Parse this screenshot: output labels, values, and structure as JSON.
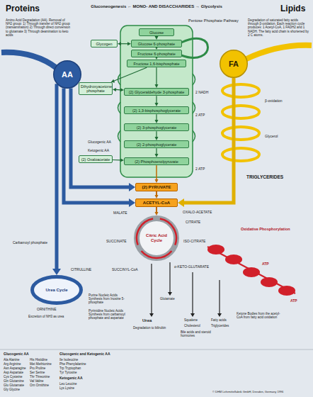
{
  "diagram": {
    "nodes": [
      {
        "text": [
          "Glucose"
        ]
      },
      {
        "text": [
          "Glucose 6-phosphate"
        ]
      },
      {
        "text": [
          "Fructose 6-phosphate"
        ]
      },
      {
        "text": [
          "Fructose 1,6-bisphosphate"
        ]
      },
      {
        "text": [
          "Glycogen"
        ]
      },
      {
        "text": [
          "Dihydroxyacetone phosphate"
        ]
      },
      {
        "text": [
          "(2) Glyceraldehyde 3-phosphate"
        ]
      },
      {
        "text": [
          "(2) 1,3-bisphosphoglycerate"
        ]
      },
      {
        "text": [
          "(2) 3-phosphoglycerate"
        ]
      },
      {
        "text": [
          "(2) 2-phosphoglycerate"
        ]
      },
      {
        "text": [
          "(2) Phosphoenolpyruvate"
        ]
      },
      {
        "text": [
          "(2) Oxaloacetate"
        ]
      },
      {
        "text": [
          "(2) PYRUVATE"
        ]
      },
      {
        "text": [
          "ACETYL-CoA"
        ]
      },
      {
        "text": [
          "Citric Acid Cycle"
        ]
      },
      {
        "text": [
          "AA"
        ]
      },
      {
        "text": [
          "FA"
        ]
      },
      {
        "text": [
          "Urea Cycle"
        ]
      }
    ],
    "edges": [
      {
        "from": 0,
        "to": 1,
        "arrow": "to"
      },
      {
        "from": 1,
        "to": 2,
        "arrow": "to"
      },
      {
        "from": 2,
        "to": 3,
        "arrow": "to"
      },
      {
        "from": 3,
        "to": 6,
        "arrow": "to"
      },
      {
        "from": 3,
        "to": 5,
        "arrow": "to"
      },
      {
        "from": 4,
        "to": 1,
        "arrow": "both"
      },
      {
        "from": 5,
        "to": 6,
        "arrow": "both"
      },
      {
        "from": 6,
        "to": 7,
        "arrow": "to"
      },
      {
        "from": 7,
        "to": 8,
        "arrow": "to"
      },
      {
        "from": 8,
        "to": 9,
        "arrow": "to"
      },
      {
        "from": 9,
        "to": 10,
        "arrow": "to"
      },
      {
        "from": 11,
        "to": 10,
        "arrow": "to"
      },
      {
        "from": 10,
        "to": 12,
        "arrow": "to"
      },
      {
        "from": 12,
        "to": 13,
        "arrow": "to"
      },
      {
        "from": 13,
        "to": 14,
        "arrow": "to"
      },
      {
        "from": 15,
        "to": 12,
        "arrow": "to"
      },
      {
        "from": 15,
        "to": 13,
        "arrow": "to"
      },
      {
        "from": 15,
        "to": 17,
        "arrow": "to"
      },
      {
        "from": 16,
        "to": 13,
        "arrow": "to"
      }
    ],
    "labels": [
      "Proteins",
      "Lipids",
      "Gluconeogenesis ← MONO- AND DISACCHARIDES → Glycolysis",
      "Pentose Phosphate Pathway",
      "Amino Acid Degradation (AA). Removal of NH2 group: 1) Through transfer of NH2 group (transamination) 2) Through direct conversion to glutamate 3) Through deamination to keto acids",
      "Degradation of saturated fatty acids through β-oxidation. Each reaction cycle produces: 1 Acetyl-CoA, 1 FADH2 and 1 NADH. The fatty acid chain is shortened by 2 C atoms.",
      "TRIGLYCERIDES",
      "Glycerol",
      "β-oxidation",
      "Glucogenic AA",
      "Ketogenic AA",
      "CITRULLINE",
      "ORNITHINE",
      "Carbamoyl phosphate",
      "Excretion of NH3 as urea",
      "Oxidative Phosphorylation",
      "ATP",
      "ATP",
      "2 NADH",
      "2 ATP",
      "2 ATP",
      "MALATE",
      "OXALO-ACETATE",
      "CITRATE",
      "ISO-CITRATE",
      "α-KETO-GLUTARATE",
      "SUCCINYL-CoA",
      "SUCCINATE",
      "Purine Nucleic Acids Synthesis from Inosine 5-phosphate",
      "Pyrimidine Nucleic Acids Synthesis from carbamoyl phosphate and aspartate",
      "Urea",
      "Degradation to bilirubin",
      "Glutamate",
      "Squalene",
      "Cholesterol",
      "Bile acids and steroid hormones",
      "Fatty acids",
      "Triglycerides",
      "Ketone Bodies from the acetyl-CoA from fatty acid oxidation",
      "Glucogenic AA",
      "Ala Alanine",
      "Arg Arginine",
      "Asn Asparagine",
      "Asp Aspartate",
      "Cys Cysteine",
      "Gln Glutamine",
      "Glu Glutamate",
      "Gly Glycine",
      "His Histidine",
      "Met Methionine",
      "Pro Proline",
      "Ser Serine",
      "Thr Threonine",
      "Val Valine",
      "Orn Ornithine",
      "Glucogenic and Ketogenic AA",
      "Ile Isoleucine",
      "Phe Phenylalanine",
      "Trp Tryptophan",
      "Tyr Tyrosine",
      "Ketogenic AA",
      "Leu Leucine",
      "Lys Lysine",
      "© DHM Lehrmittelfabrik GmbH, Dresden, Germany 1996"
    ]
  }
}
